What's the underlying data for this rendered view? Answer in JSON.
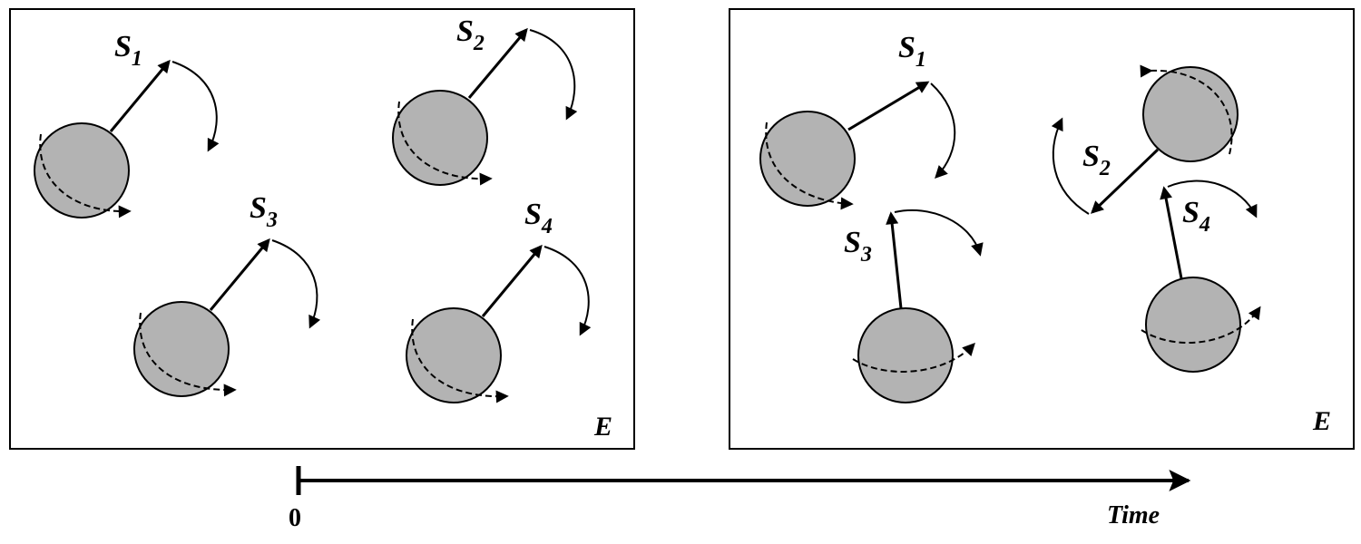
{
  "panels": [
    {
      "id": "initial",
      "environment_label": "E",
      "spins": [
        {
          "letter": "S",
          "index": "1"
        },
        {
          "letter": "S",
          "index": "2"
        },
        {
          "letter": "S",
          "index": "3"
        },
        {
          "letter": "S",
          "index": "4"
        }
      ]
    },
    {
      "id": "later",
      "environment_label": "E",
      "spins": [
        {
          "letter": "S",
          "index": "1"
        },
        {
          "letter": "S",
          "index": "2"
        },
        {
          "letter": "S",
          "index": "3"
        },
        {
          "letter": "S",
          "index": "4"
        }
      ]
    }
  ],
  "time_axis": {
    "start_label": "0",
    "end_label": "Time"
  },
  "colors": {
    "sphere_fill": "#b3b3b3",
    "stroke": "#000000",
    "background": "#ffffff"
  }
}
